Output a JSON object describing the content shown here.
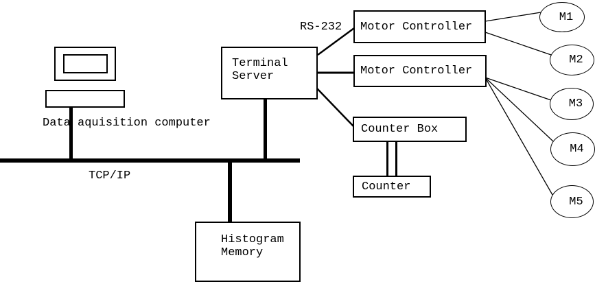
{
  "diagram": {
    "labels": {
      "computer_caption": "Data aquisition computer",
      "bus": "TCP/IP",
      "serial_link": "RS-232"
    },
    "nodes": {
      "terminal_server": "Terminal\nServer",
      "motor_controller_1": "Motor Controller",
      "motor_controller_2": "Motor Controller",
      "counter_box": "Counter Box",
      "counter": "Counter",
      "histogram_memory": "Histogram\nMemory"
    },
    "motors": [
      {
        "label": "M1"
      },
      {
        "label": "M2"
      },
      {
        "label": "M3"
      },
      {
        "label": "M4"
      },
      {
        "label": "M5"
      }
    ],
    "colors": {
      "line": "#000000",
      "background": "#ffffff"
    }
  }
}
